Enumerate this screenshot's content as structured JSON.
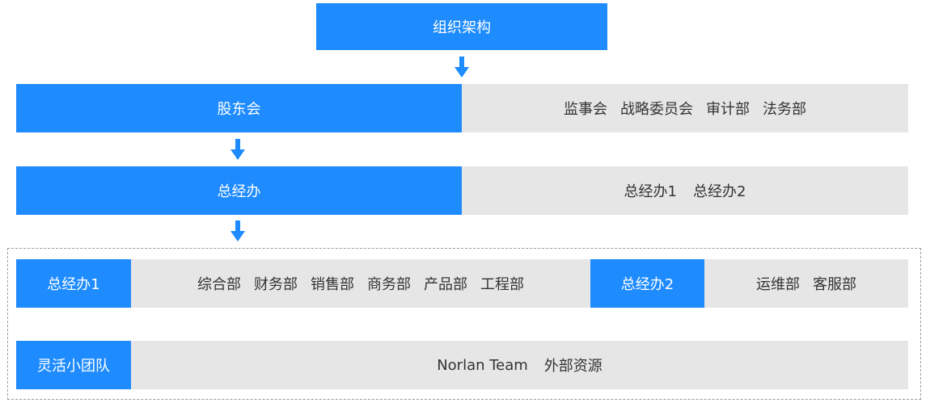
{
  "top": {
    "title": "组织架构"
  },
  "row1": {
    "main": "股东会",
    "side": [
      "监事会",
      "战略委员会",
      "审计部",
      "法务部"
    ]
  },
  "row2": {
    "main": "总经办",
    "side": [
      "总经办1",
      "总经办2"
    ]
  },
  "row3": {
    "left_label": "总经办1",
    "left_items": [
      "综合部",
      "财务部",
      "销售部",
      "商务部",
      "产品部",
      "工程部"
    ],
    "right_label": "总经办2",
    "right_items": [
      "运维部",
      "客服部"
    ]
  },
  "row4": {
    "label": "灵活小团队",
    "items": [
      "Norlan Team",
      "外部资源"
    ]
  },
  "colors": {
    "blue": "#1e8bff",
    "gray": "#e6e6e6",
    "text_dark": "#333333",
    "dashed_border": "#9a9a9a"
  },
  "icons": [
    "arrow-down-icon"
  ]
}
